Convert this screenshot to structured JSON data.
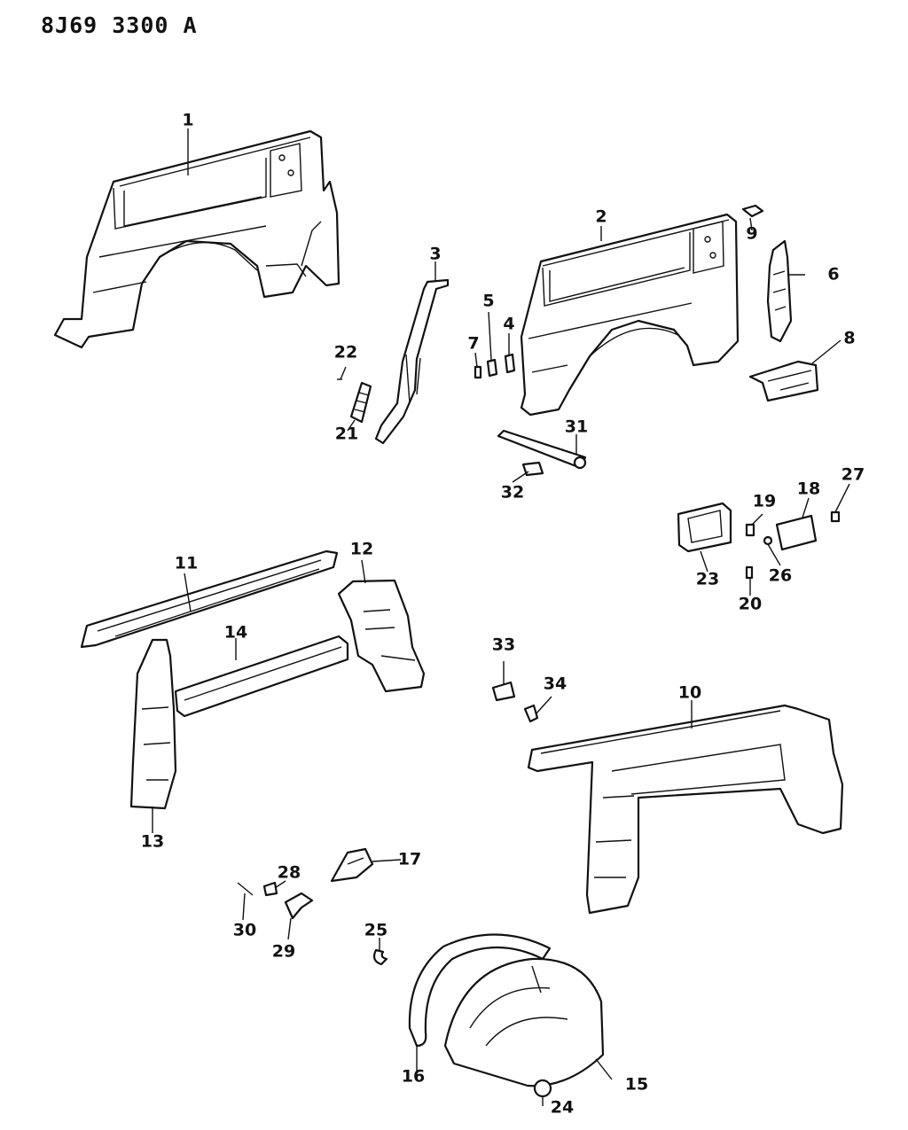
{
  "header": {
    "code": "8J69 3300 A"
  },
  "callouts": {
    "c1": "1",
    "c2": "2",
    "c3": "3",
    "c4": "4",
    "c5": "5",
    "c6": "6",
    "c7": "7",
    "c8": "8",
    "c9": "9",
    "c10": "10",
    "c11": "11",
    "c12": "12",
    "c13": "13",
    "c14": "14",
    "c15": "15",
    "c16": "16",
    "c17": "17",
    "c18": "18",
    "c19": "19",
    "c20": "20",
    "c21": "21",
    "c22": "22",
    "c23": "23",
    "c24": "24",
    "c25": "25",
    "c26": "26",
    "c27": "27",
    "c28": "28",
    "c29": "29",
    "c30": "30",
    "c31": "31",
    "c32": "32",
    "c33": "33",
    "c34": "34"
  }
}
